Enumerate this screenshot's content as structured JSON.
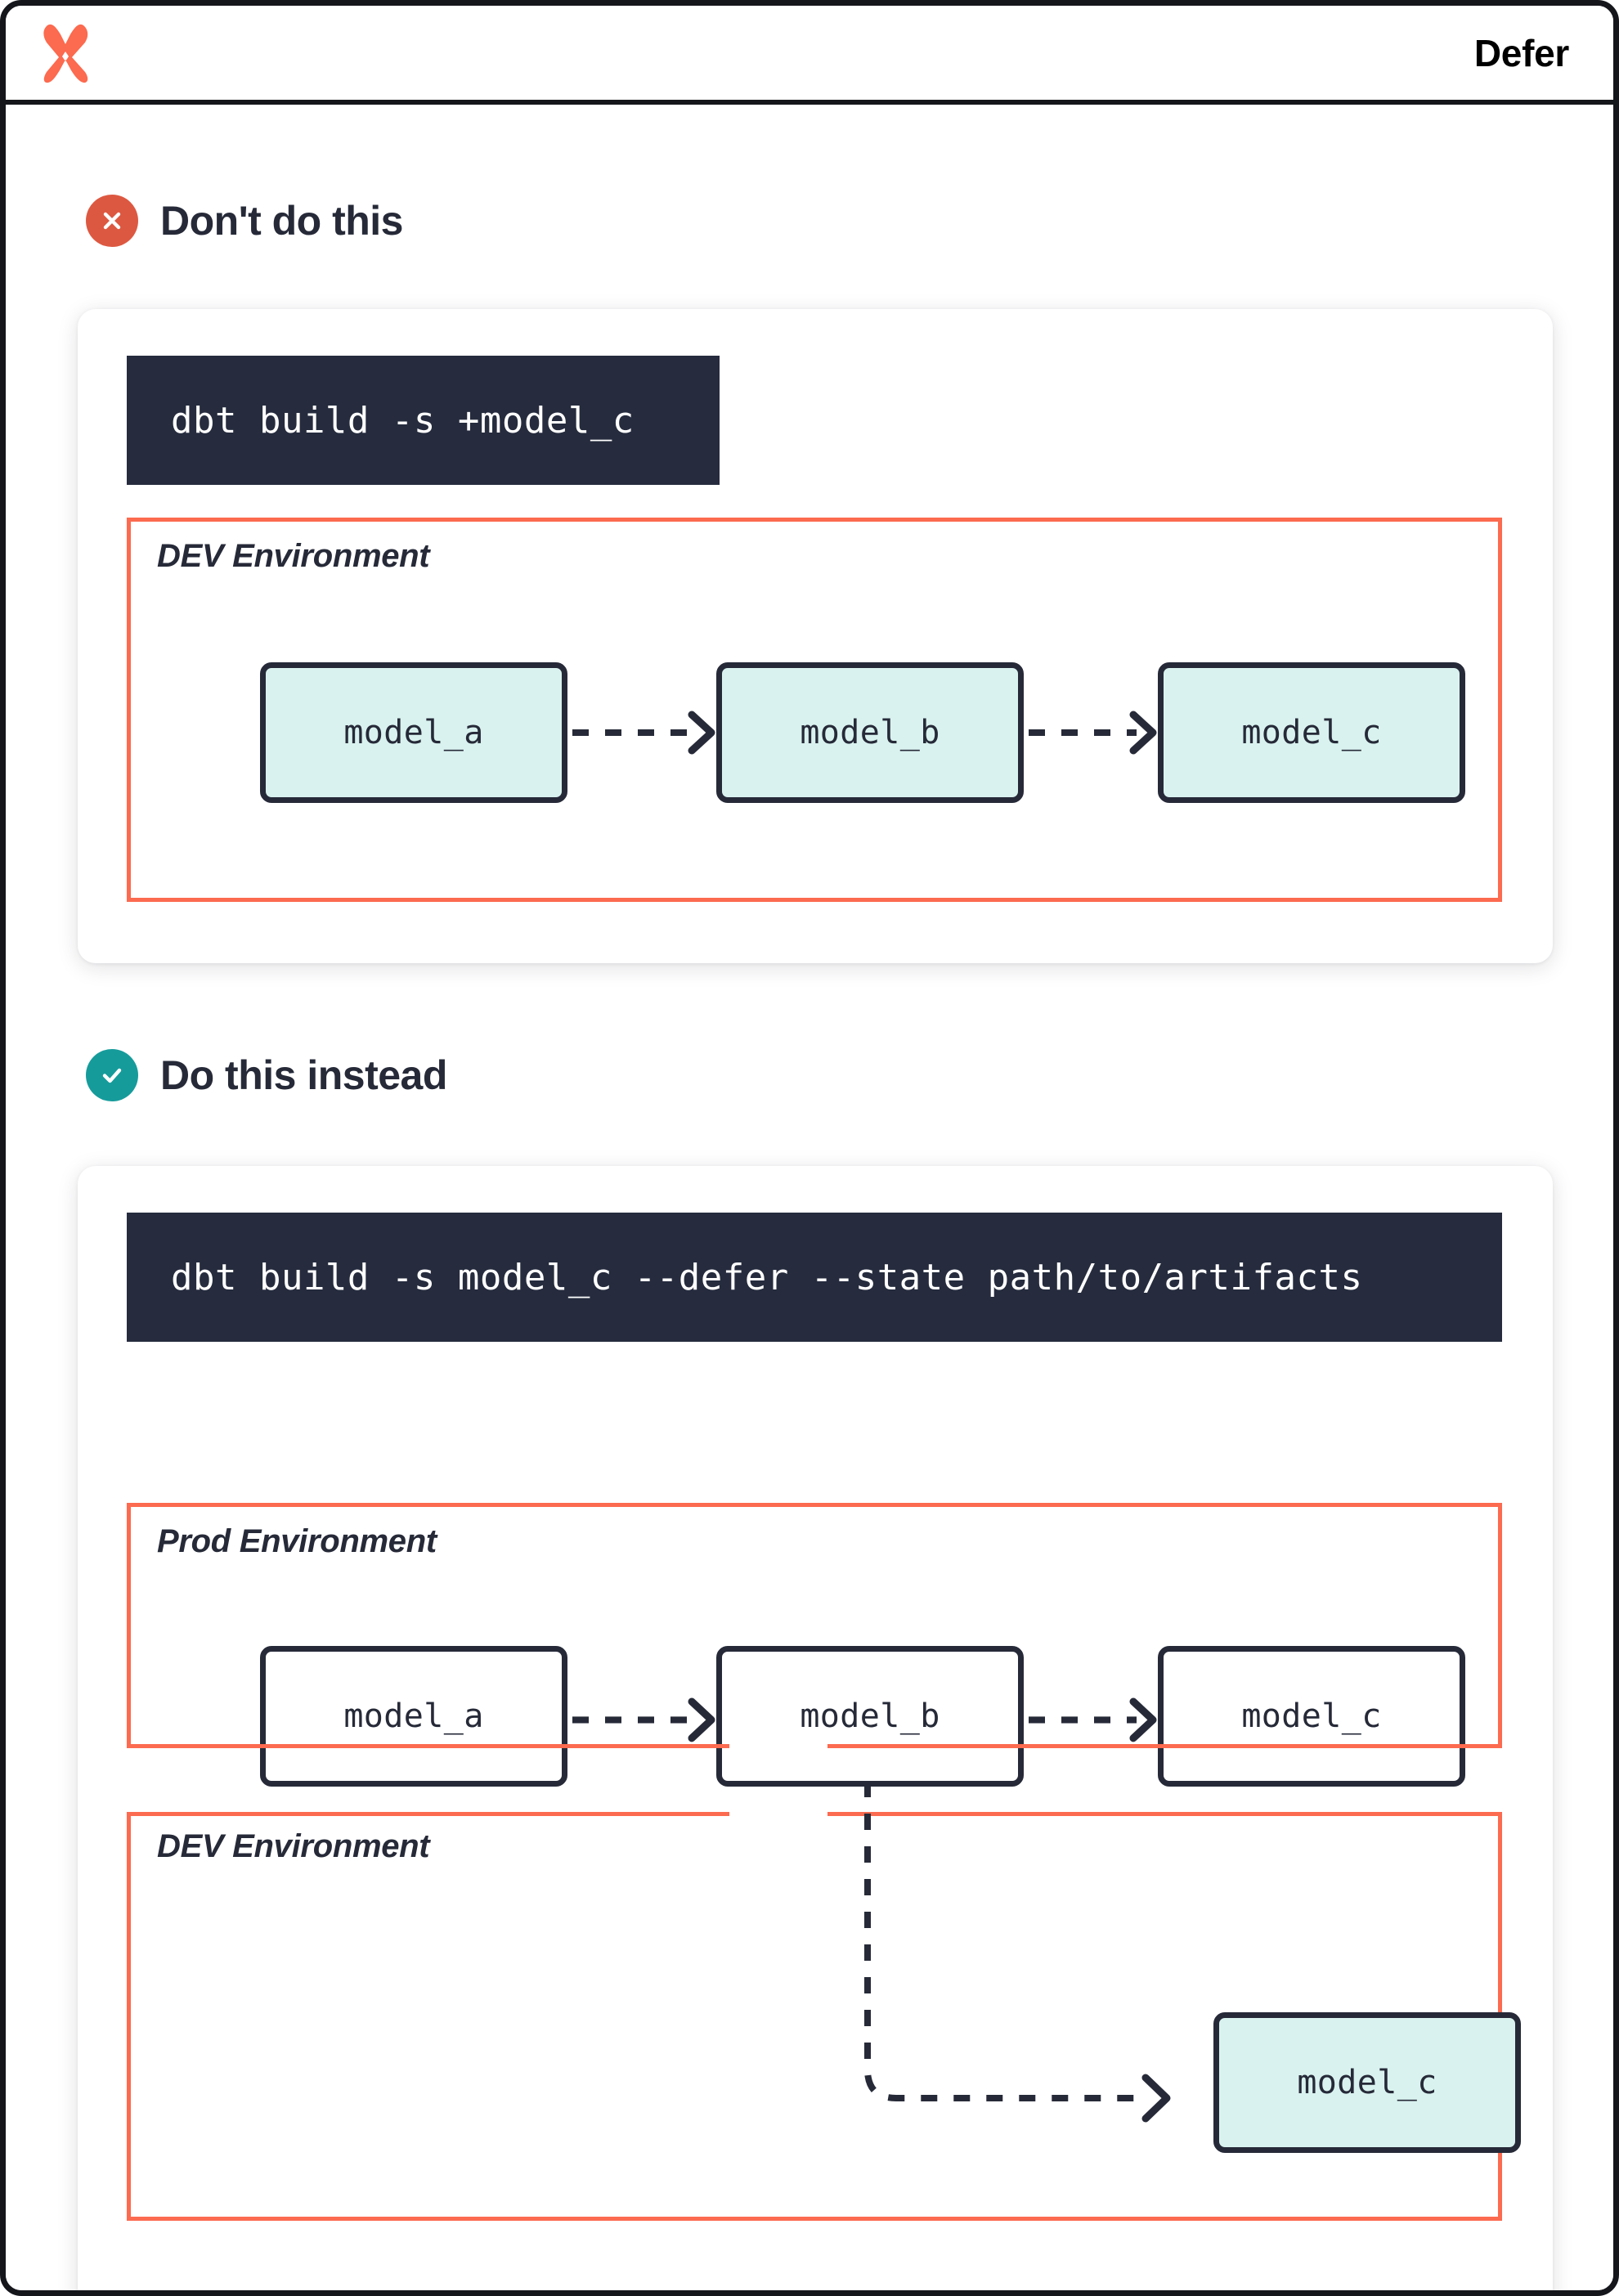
{
  "header": {
    "title": "Defer",
    "logo_icon": "dbt-logo-icon",
    "logo_color": "#fc6a4f"
  },
  "colors": {
    "accent_orange": "#fc6a4f",
    "bad_badge": "#dd5841",
    "good_badge": "#169b9b",
    "ink": "#262a38",
    "code_bg": "#262c3e",
    "node_mint": "#d9f2ef",
    "page_border": "#15161c"
  },
  "sections": [
    {
      "id": "dont",
      "badge_icon": "x-circle-icon",
      "title": "Don't do this",
      "command": "dbt build -s +model_c",
      "environments": [
        {
          "id": "dev",
          "label": "DEV Environment",
          "nodes": [
            {
              "id": "model_a",
              "label": "model_a",
              "fill": "mint"
            },
            {
              "id": "model_b",
              "label": "model_b",
              "fill": "mint"
            },
            {
              "id": "model_c",
              "label": "model_c",
              "fill": "mint"
            }
          ],
          "edges": [
            {
              "from": "model_a",
              "to": "model_b",
              "style": "dashed"
            },
            {
              "from": "model_b",
              "to": "model_c",
              "style": "dashed"
            }
          ]
        }
      ]
    },
    {
      "id": "do",
      "badge_icon": "check-circle-icon",
      "title": "Do this instead",
      "command": "dbt build -s model_c --defer --state path/to/artifacts",
      "environments": [
        {
          "id": "prod",
          "label": "Prod Environment",
          "nodes": [
            {
              "id": "model_a",
              "label": "model_a",
              "fill": "plain"
            },
            {
              "id": "model_b",
              "label": "model_b",
              "fill": "plain"
            },
            {
              "id": "model_c",
              "label": "model_c",
              "fill": "plain"
            }
          ],
          "edges": [
            {
              "from": "model_a",
              "to": "model_b",
              "style": "dashed"
            },
            {
              "from": "model_b",
              "to": "model_c",
              "style": "dashed"
            }
          ]
        },
        {
          "id": "dev",
          "label": "DEV Environment",
          "nodes": [
            {
              "id": "model_c",
              "label": "model_c",
              "fill": "mint"
            }
          ],
          "edges": [
            {
              "from": "prod.model_b",
              "to": "dev.model_c",
              "style": "dashed-elbow"
            }
          ]
        }
      ]
    }
  ]
}
